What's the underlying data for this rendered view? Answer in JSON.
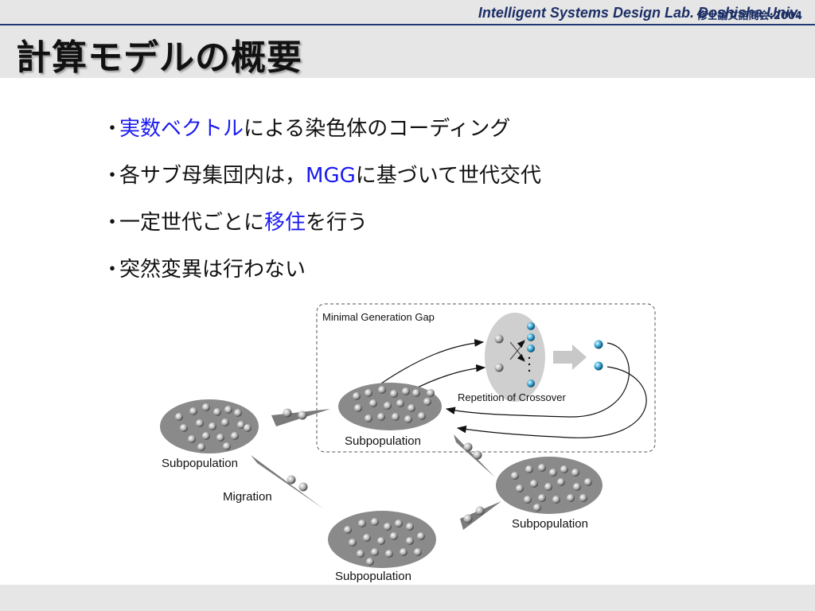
{
  "header": {
    "event_label": "修士論文諮問会:2004",
    "title": "計算モデルの概要"
  },
  "bullets": {
    "marker": "・",
    "b1": {
      "hl": "実数ベクトル",
      "rest": "による染色体のコーディング"
    },
    "b2": {
      "pre": "各サブ母集団内は，",
      "hl": "MGG",
      "rest": "に基づいて世代交代"
    },
    "b3": {
      "pre": "一定世代ごとに",
      "hl": "移住",
      "rest": "を行う"
    },
    "b4": {
      "text": "突然変異は行わない"
    }
  },
  "diagram": {
    "mgg_label": "Minimal Generation Gap",
    "crossover_label": "Repetition of Crossover",
    "migration_label": "Migration",
    "subpop_label": "Subpopulation"
  },
  "footer": {
    "lab": "Intelligent Systems Design Lab. Doshisha Univ."
  },
  "colors": {
    "title_bar": "#223a73",
    "highlight": "#1a1af0",
    "offspring": "#3aa9d6"
  }
}
